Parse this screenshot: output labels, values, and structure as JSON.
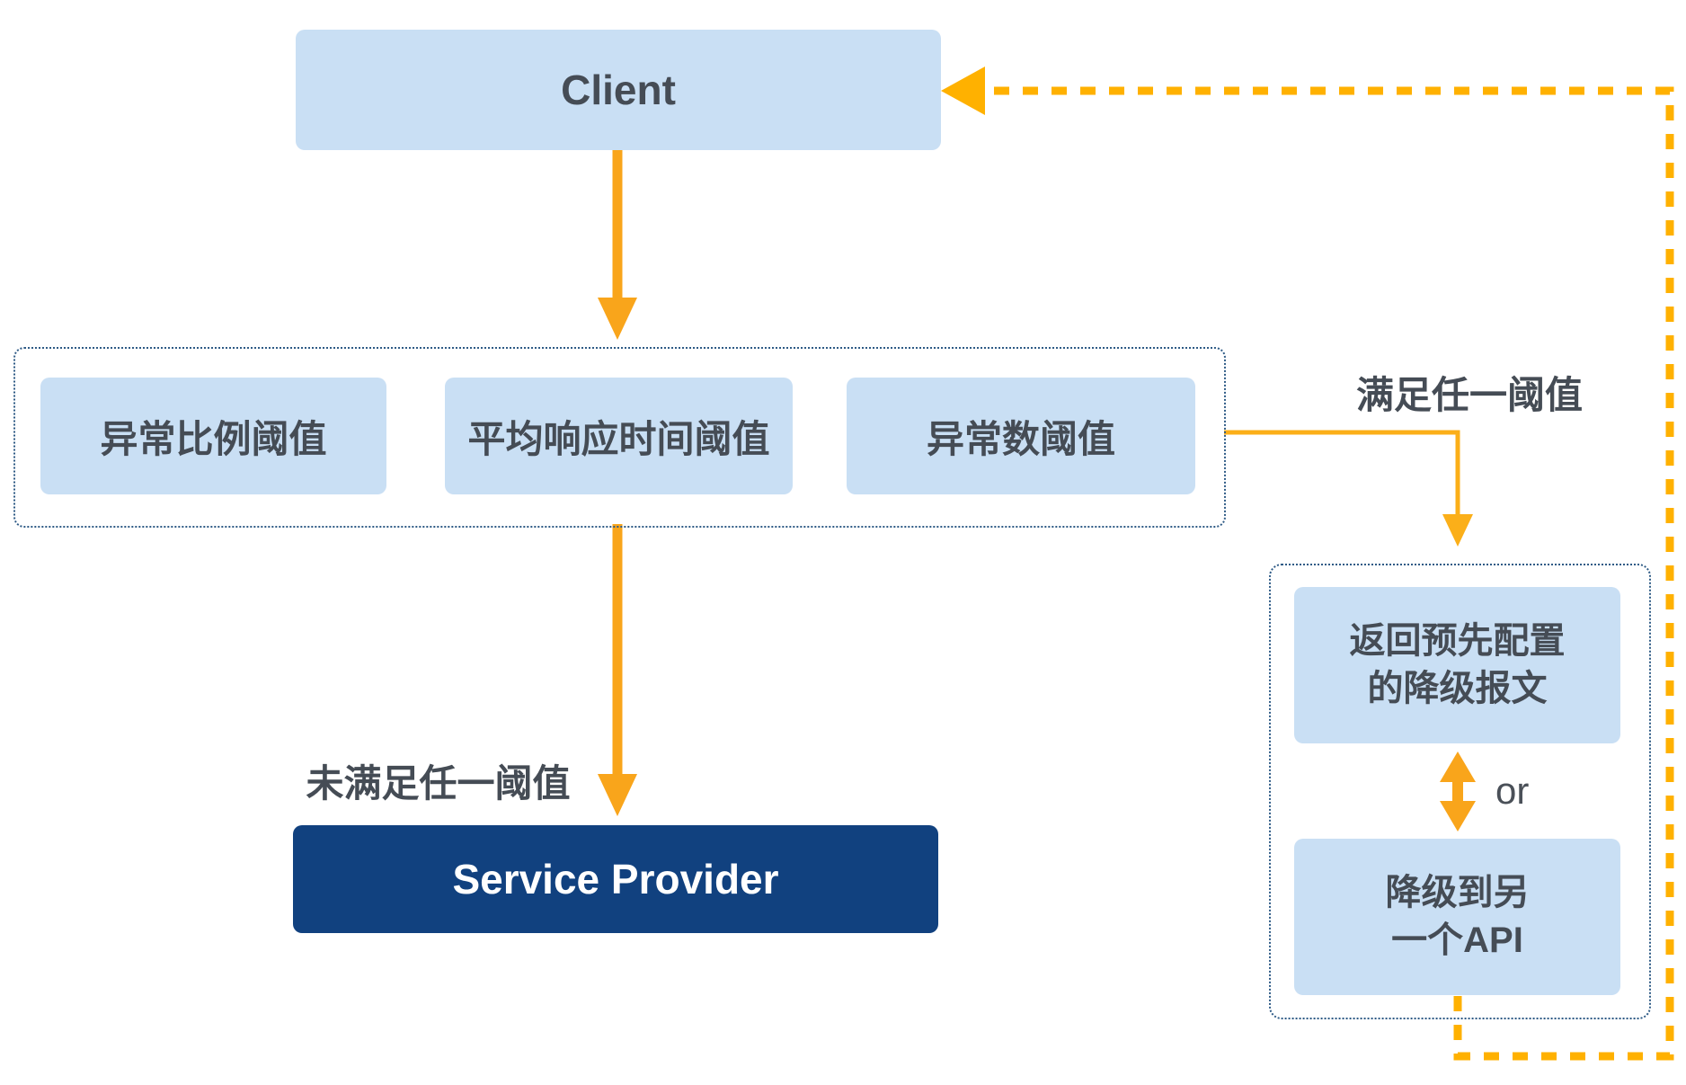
{
  "diagram": {
    "client_label": "Client",
    "service_provider_label": "Service Provider",
    "thresholds": [
      {
        "label": "异常比例阈值"
      },
      {
        "label": "平均响应时间阈值"
      },
      {
        "label": "异常数阈值"
      }
    ],
    "edge_labels": {
      "any_met": "满足任一阈值",
      "none_met": "未满足任一阈值",
      "or": "or"
    },
    "fallback_options": {
      "option1_line1": "返回预先配置",
      "option1_line2": "的降级报文",
      "option2_line1": "降级到另",
      "option2_line2": "一个API"
    },
    "colors": {
      "node_fill": "#c9dff4",
      "service_fill": "#11417f",
      "text_dark": "#454c55",
      "dotted_border": "#2f5b86",
      "arrow_solid": "#f9a51b",
      "arrow_thin": "#fbaf19",
      "arrow_dashed": "#ffb100"
    }
  }
}
